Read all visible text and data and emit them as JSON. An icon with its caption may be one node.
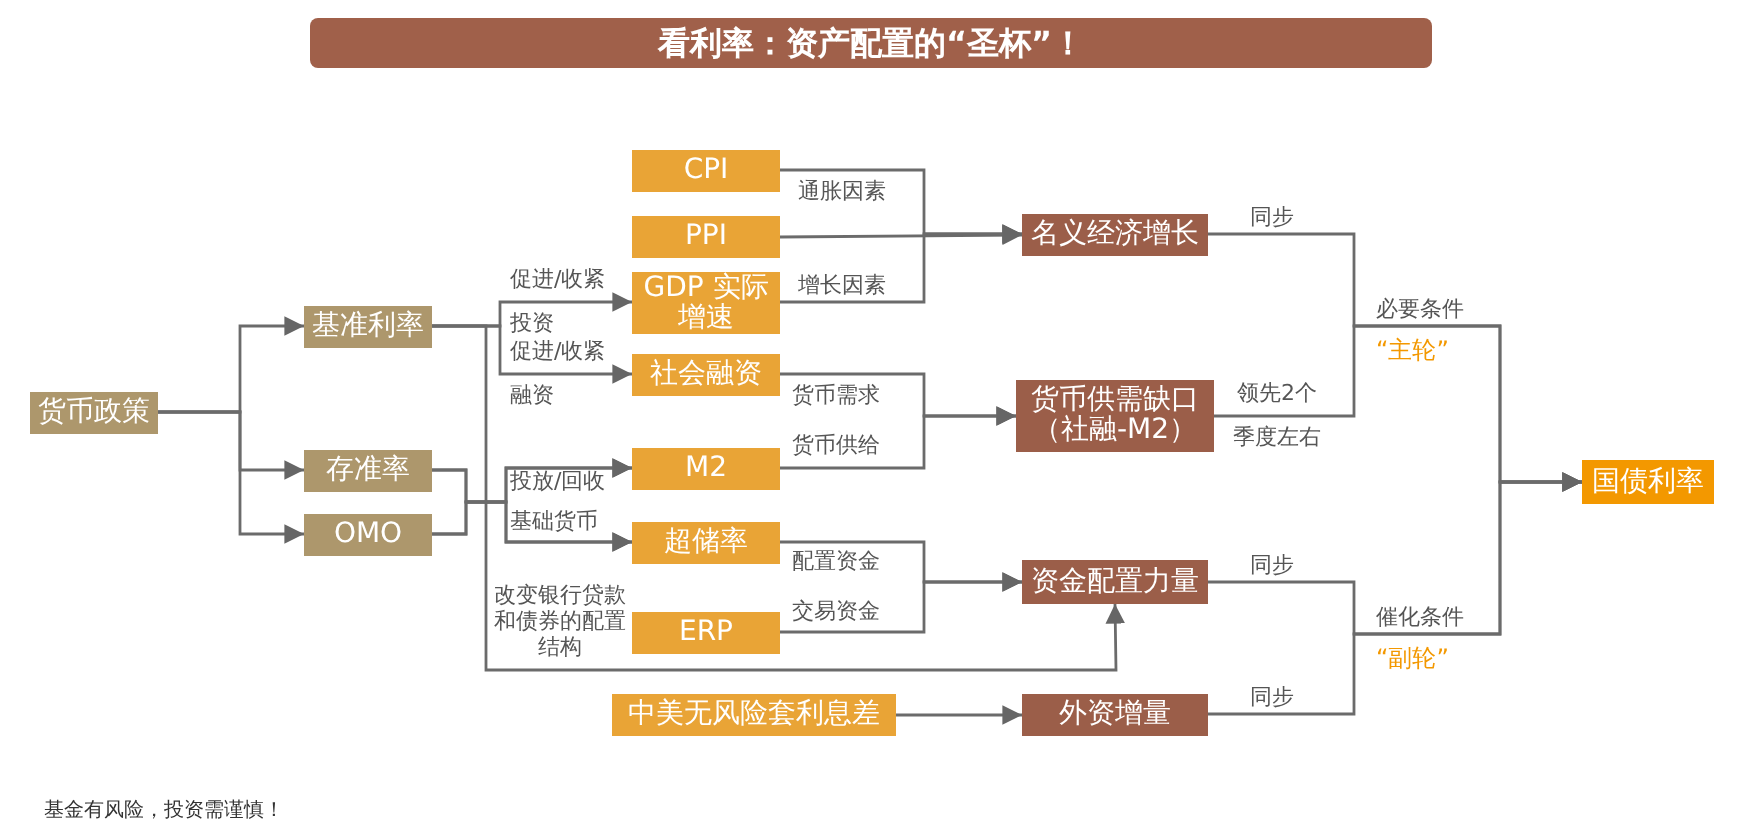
{
  "diagram": {
    "title": "看利率：资产配置的“圣杯”！",
    "nodes": [
      {
        "text": [
          "货币政策"
        ]
      },
      {
        "text": [
          "基准利率"
        ]
      },
      {
        "text": [
          "存准率"
        ]
      },
      {
        "text": [
          "OMO"
        ]
      },
      {
        "text": [
          "CPI"
        ]
      },
      {
        "text": [
          "PPI"
        ]
      },
      {
        "text": [
          "GDP 实际增速"
        ]
      },
      {
        "text": [
          "社会融资"
        ]
      },
      {
        "text": [
          "M2"
        ]
      },
      {
        "text": [
          "超储率"
        ]
      },
      {
        "text": [
          "ERP"
        ]
      },
      {
        "text": [
          "中美无风险套利息差"
        ]
      },
      {
        "text": [
          "名义经济增长"
        ]
      },
      {
        "text": [
          "货币供需缺口（社融-M2）"
        ]
      },
      {
        "text": [
          "资金配置力量"
        ]
      },
      {
        "text": [
          "外资增量"
        ]
      },
      {
        "text": [
          "国债利率"
        ]
      }
    ],
    "edges": [
      {
        "from": 0,
        "to": 1,
        "arrow": "to"
      },
      {
        "from": 0,
        "to": 2,
        "arrow": "to"
      },
      {
        "from": 0,
        "to": 3,
        "arrow": "to"
      },
      {
        "from": 1,
        "to": 6,
        "arrow": "to",
        "label": "促进/收紧投资"
      },
      {
        "from": 1,
        "to": 7,
        "arrow": "to",
        "label": "促进/收紧融资"
      },
      {
        "from": 1,
        "to": 14,
        "arrow": "to",
        "label": "改变银行贷款和债券的配置结构"
      },
      {
        "from": 2,
        "to": 8,
        "arrow": "to",
        "label": "投放/回收基础货币"
      },
      {
        "from": 3,
        "to": 8,
        "arrow": "to"
      },
      {
        "from": 2,
        "to": 9,
        "arrow": "to"
      },
      {
        "from": 3,
        "to": 9,
        "arrow": "to"
      },
      {
        "from": 4,
        "to": 12,
        "arrow": "to",
        "label": "通胀因素"
      },
      {
        "from": 5,
        "to": 12,
        "arrow": "to"
      },
      {
        "from": 6,
        "to": 12,
        "arrow": "to",
        "label": "增长因素"
      },
      {
        "from": 7,
        "to": 13,
        "arrow": "to",
        "label": "货币需求"
      },
      {
        "from": 8,
        "to": 13,
        "arrow": "to",
        "label": "货币供给"
      },
      {
        "from": 9,
        "to": 14,
        "arrow": "to",
        "label": "配置资金"
      },
      {
        "from": 10,
        "to": 14,
        "arrow": "to",
        "label": "交易资金"
      },
      {
        "from": 11,
        "to": 15,
        "arrow": "to"
      },
      {
        "from": 12,
        "to": 16,
        "arrow": "to",
        "label": "同步"
      },
      {
        "from": 13,
        "to": 16,
        "arrow": "to",
        "label": "领先2个季度左右"
      },
      {
        "from": 14,
        "to": 16,
        "arrow": "to",
        "label": "同步"
      },
      {
        "from": 15,
        "to": 16,
        "arrow": "to",
        "label": "同步"
      }
    ],
    "labels": [
      "必要条件",
      "“主轮”",
      "催化条件",
      "“副轮”",
      "基金有风险，投资需谨慎！"
    ]
  }
}
